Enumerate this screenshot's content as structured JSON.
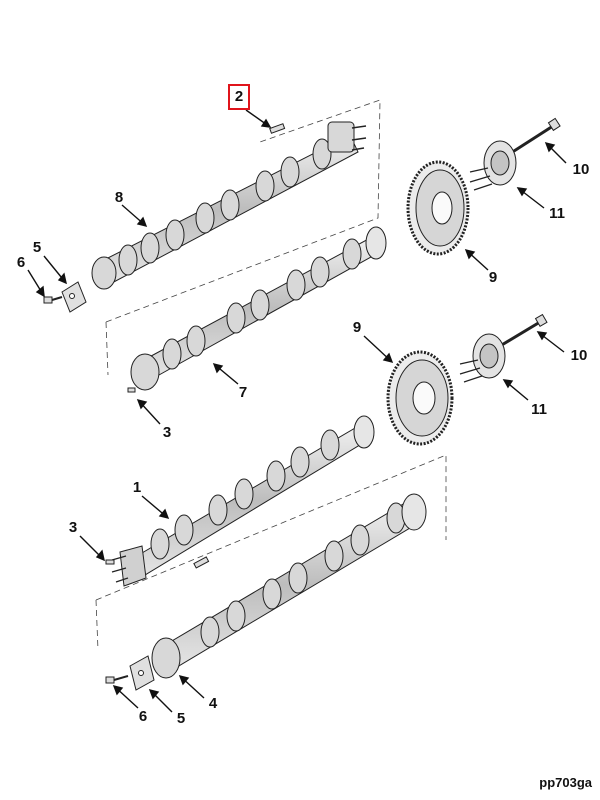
{
  "callouts": {
    "c2": "2",
    "c8": "8",
    "c10a": "10",
    "c11a": "11",
    "c9a": "9",
    "c5a": "5",
    "c6a": "6",
    "c7": "7",
    "c3a": "3",
    "c9b": "9",
    "c10b": "10",
    "c11b": "11",
    "c1": "1",
    "c3b": "3",
    "c4": "4",
    "c5b": "5",
    "c6b": "6"
  },
  "figure_code": "pp703ga",
  "colors": {
    "highlight": "#e0141b",
    "line": "#222222",
    "shade": "#cfcfcf"
  }
}
